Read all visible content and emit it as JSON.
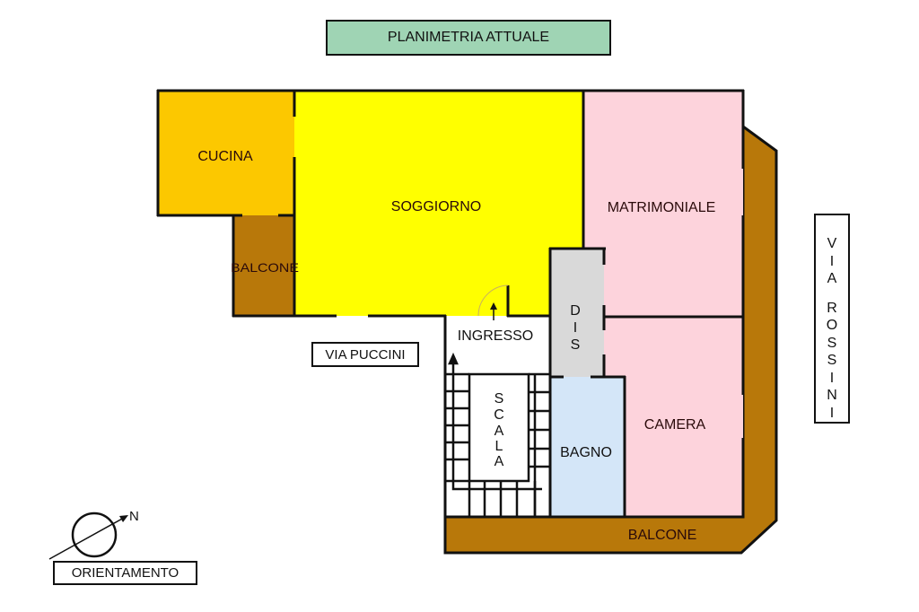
{
  "title": "PLANIMETRIA ATTUALE",
  "colors": {
    "cucina": "#fcc800",
    "soggiorno": "#ffff00",
    "camere": "#fdd3dc",
    "disimpegno": "#d9d9d9",
    "bagno": "#d4e6f8",
    "balcone": "#b8780a",
    "title_bg": "#9fd4b4",
    "wall": "#111111"
  },
  "rooms": {
    "cucina": "CUCINA",
    "soggiorno": "SOGGIORNO",
    "matrimoniale": "MATRIMONIALE",
    "camera": "CAMERA",
    "bagno": "BAGNO",
    "disimpegno": "D I S",
    "dis_letters": [
      "D",
      "I",
      "S"
    ],
    "ingresso": "INGRESSO",
    "scala": "SCALA",
    "scala_letters": [
      "S",
      "C",
      "A",
      "L",
      "A"
    ],
    "balcone_left": "BALCONE",
    "balcone_bottom": "BALCONE"
  },
  "streets": {
    "puccini": "VIA PUCCINI",
    "rossini": "VIA ROSSINI",
    "rossini_letters": [
      "V",
      "I",
      "A",
      "",
      "R",
      "O",
      "S",
      "S",
      "I",
      "N",
      "I"
    ]
  },
  "compass": {
    "label": "ORIENTAMENTO",
    "north": "N"
  }
}
